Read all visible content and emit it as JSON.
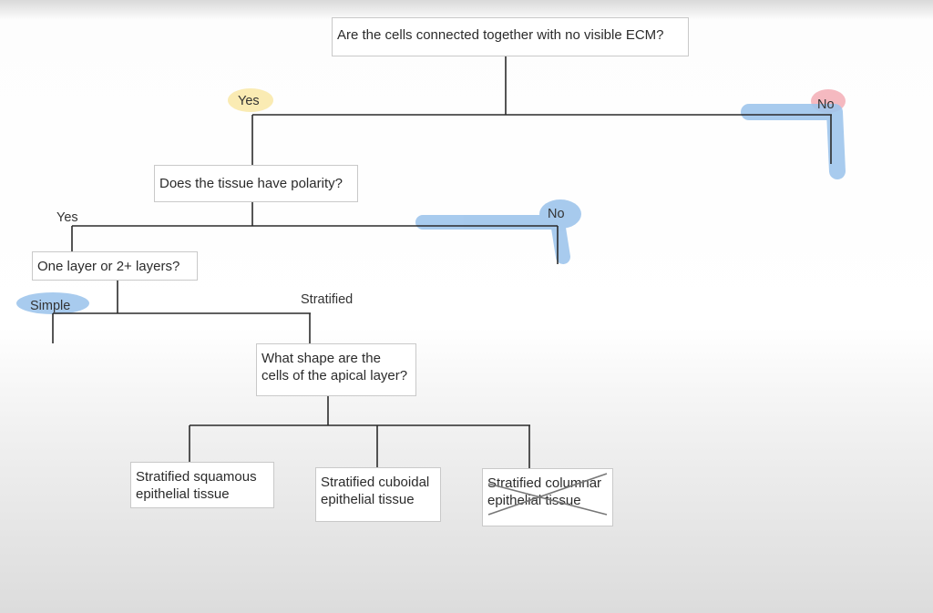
{
  "flowchart": {
    "q1": "Are the cells connected together with no visible ECM?",
    "q1_yes": "Yes",
    "q1_no": "No",
    "q2": "Does the tissue have polarity?",
    "q2_yes": "Yes",
    "q2_no": "No",
    "q3": "One layer or 2+ layers?",
    "q3_simple": "Simple",
    "q3_stratified": "Stratified",
    "q4": "What shape are the cells of the apical layer?",
    "outcomes": [
      {
        "label": "Stratified squamous epithelial tissue",
        "crossed_out": false
      },
      {
        "label": "Stratified cuboidal epithelial tissue",
        "crossed_out": false
      },
      {
        "label": "Stratified columnar epithelial tissue",
        "crossed_out": true
      }
    ]
  },
  "highlights": {
    "yellow": "#f9e7a6",
    "blue": "#9ec5ec",
    "pink": "#f2a7b0"
  },
  "colors": {
    "line": "#2b2b2b",
    "box_border": "#c9c9c9",
    "strike": "#777777"
  }
}
